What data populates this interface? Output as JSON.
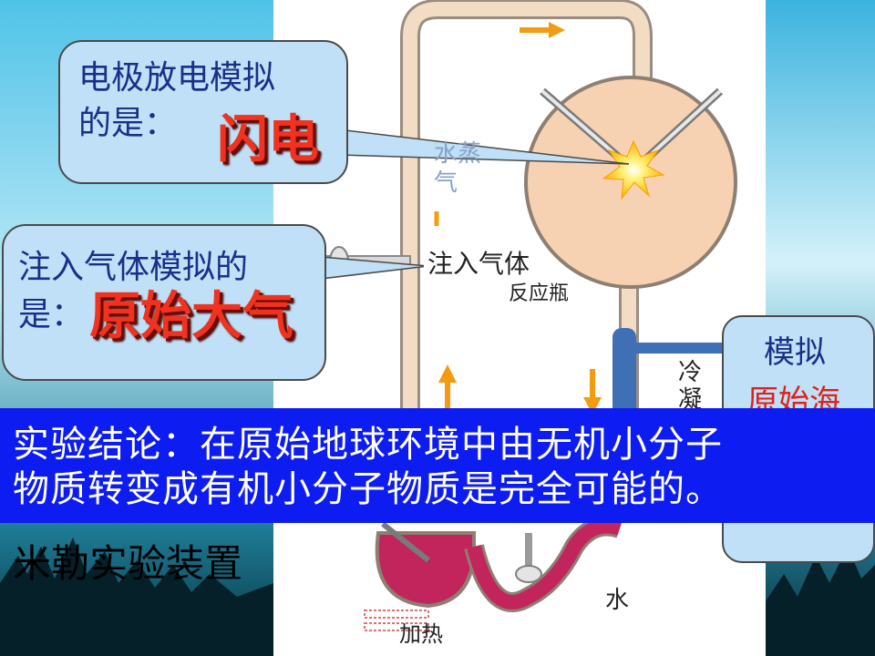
{
  "callouts": {
    "electrode": {
      "text_line1": "电极放电模拟",
      "text_line2": "的是：",
      "answer": "闪电"
    },
    "gas": {
      "text_line1": "注入气体模拟的",
      "text_line2": "是：",
      "answer": "原始大气"
    },
    "right": {
      "text_line1": "模拟",
      "answer_partial": "原始海"
    }
  },
  "apparatus_labels": {
    "steam_line1": "水蒸",
    "steam_line2": "气",
    "inject_gas": "注入气体",
    "reaction_flask": "反应瓶",
    "condense_line1": "冷",
    "condense_line2": "凝",
    "water": "水",
    "heating": "加热"
  },
  "conclusion": {
    "line1": "实验结论：在原始地球环境中由无机小分子",
    "line2": "物质转变成有机小分子物质是完全可能的。"
  },
  "title": "米勒实验装置",
  "colors": {
    "callout_fill": "#bfe0f6",
    "answer_red": "#f0321e",
    "banner_blue": "#0d1cf0",
    "flask_fill": "#f7d2b2",
    "tube_fill": "#f2dcc4",
    "condenser_blue": "#3f6fb5",
    "liquid": "#c2255c"
  }
}
